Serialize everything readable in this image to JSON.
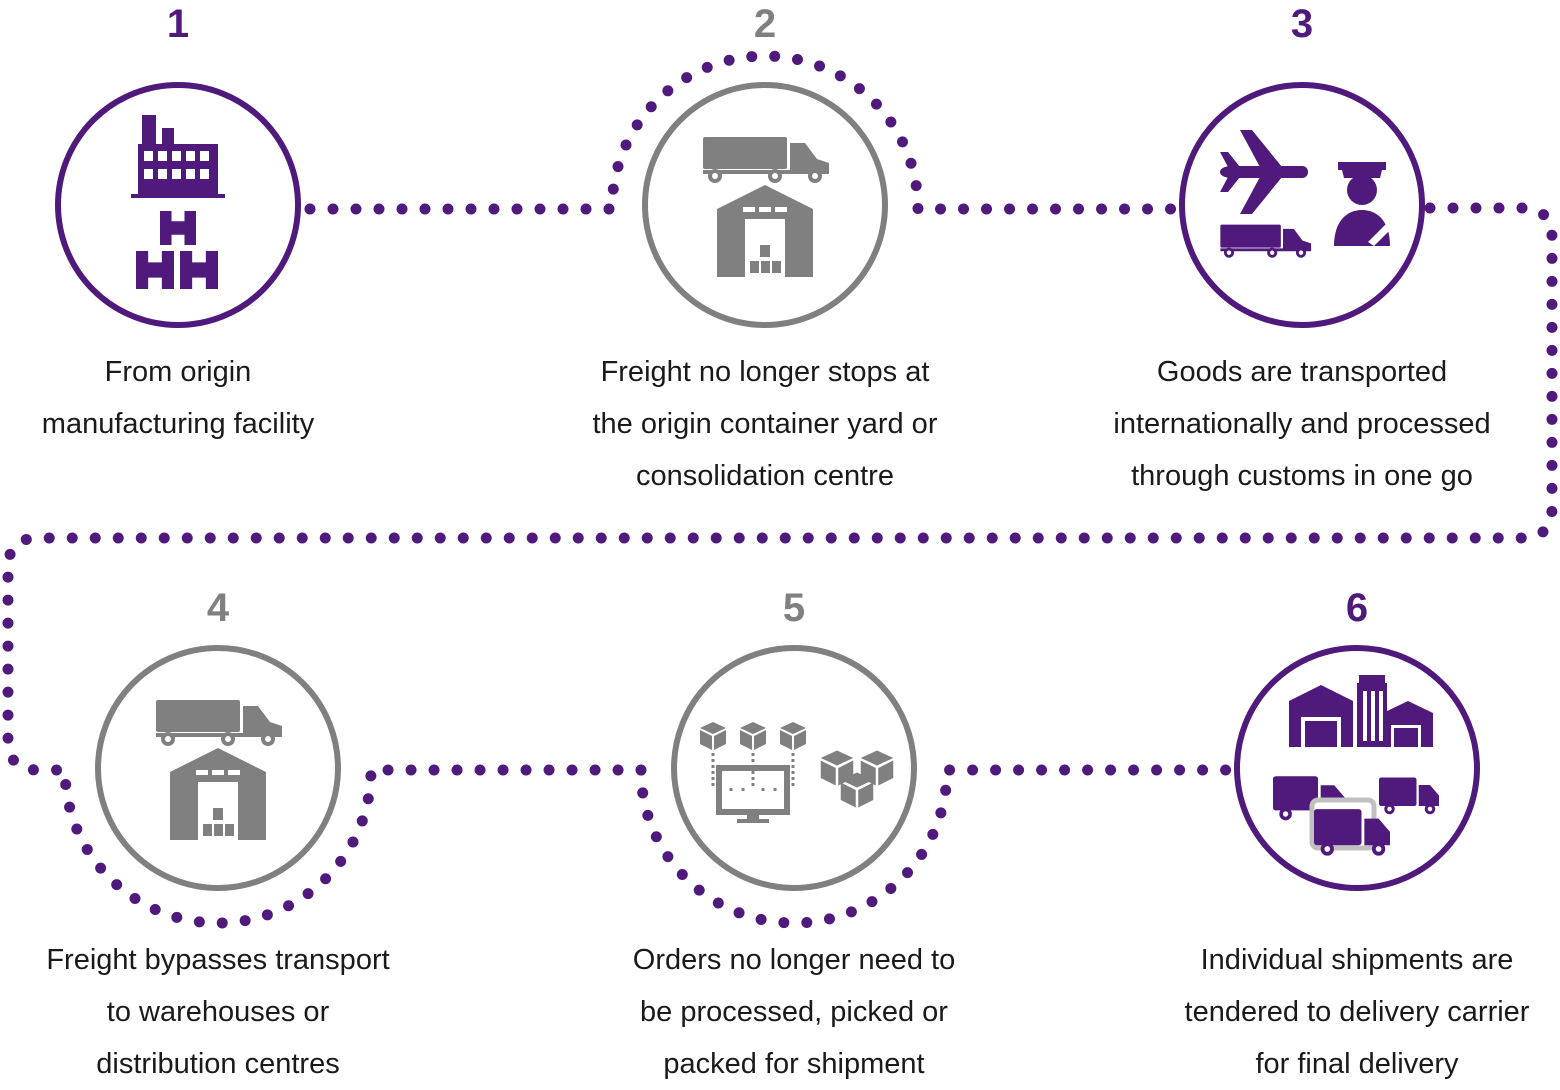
{
  "colors": {
    "purple": "#4f1a7c",
    "gray": "#808080",
    "text": "#1a1a1a"
  },
  "steps": [
    {
      "number": "1",
      "accent": "purple",
      "icons": [
        "factory-icon",
        "boxes-icon"
      ],
      "caption": [
        "From origin",
        "manufacturing facility"
      ]
    },
    {
      "number": "2",
      "accent": "gray",
      "icons": [
        "truck-icon",
        "warehouse-icon"
      ],
      "caption": [
        "Freight no longer stops at",
        "the origin container yard or",
        "consolidation centre"
      ]
    },
    {
      "number": "3",
      "accent": "purple",
      "icons": [
        "airplane-icon",
        "customs-officer-icon",
        "truck-icon"
      ],
      "caption": [
        "Goods are transported",
        "internationally and processed",
        "through customs in one go"
      ]
    },
    {
      "number": "4",
      "accent": "gray",
      "icons": [
        "truck-icon",
        "warehouse-icon"
      ],
      "caption": [
        "Freight bypasses transport",
        "to warehouses or",
        "distribution centres"
      ]
    },
    {
      "number": "5",
      "accent": "gray",
      "icons": [
        "order-system-icon",
        "packages-icon"
      ],
      "caption": [
        "Orders no longer need to",
        "be processed, picked or",
        "packed for shipment"
      ]
    },
    {
      "number": "6",
      "accent": "purple",
      "icons": [
        "distribution-buildings-icon",
        "delivery-trucks-icon"
      ],
      "caption": [
        "Individual shipments are",
        "tendered to delivery carrier",
        "for final delivery"
      ]
    }
  ]
}
